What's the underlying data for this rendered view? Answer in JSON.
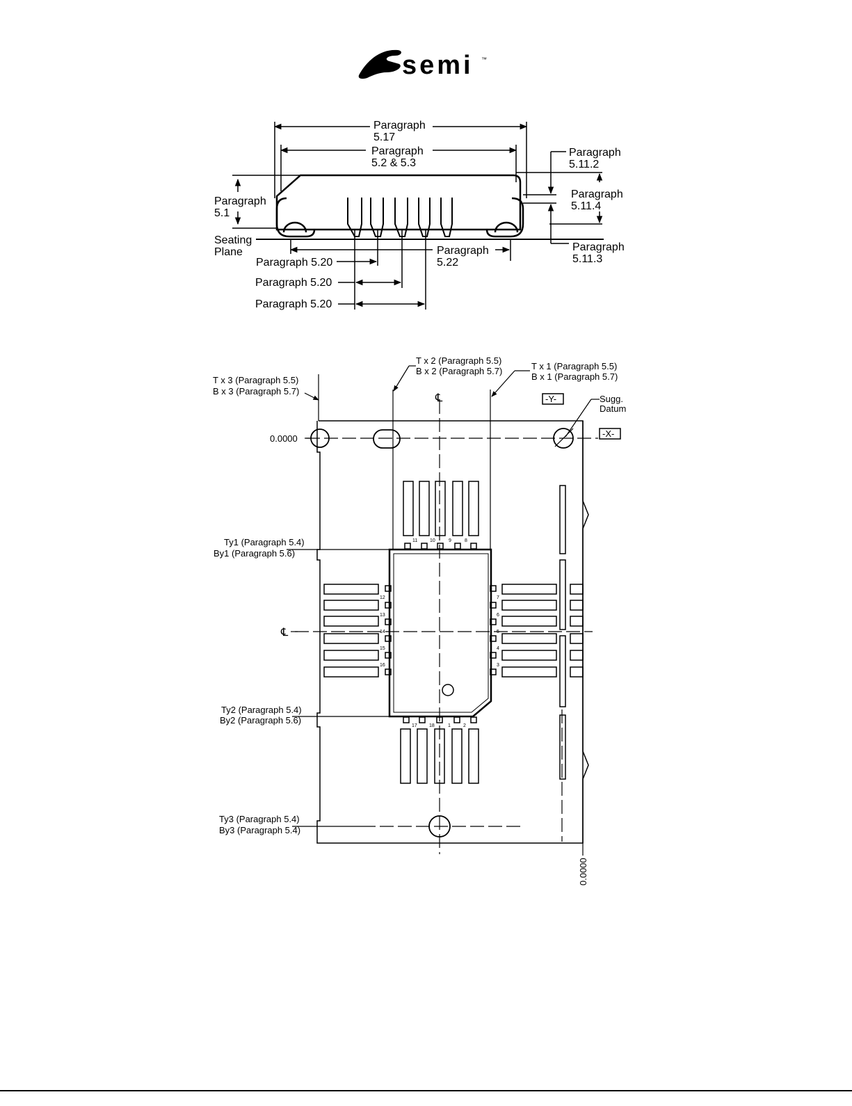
{
  "logo": {
    "text": "semi",
    "tm": "™"
  },
  "side_view": {
    "p517": [
      "Paragraph",
      "5.17"
    ],
    "p523": [
      "Paragraph",
      "5.2 & 5.3"
    ],
    "p51": [
      "Paragraph",
      "5.1"
    ],
    "seating": [
      "Seating",
      "Plane"
    ],
    "p5112": [
      "Paragraph",
      "5.11.2"
    ],
    "p5114": [
      "Paragraph",
      "5.11.4"
    ],
    "p5113": [
      "Paragraph",
      "5.11.3"
    ],
    "p522": [
      "Paragraph",
      "5.22"
    ],
    "p520": [
      "Paragraph 5.20",
      "Paragraph 5.20",
      "Paragraph 5.20"
    ]
  },
  "plan_view": {
    "tx3": [
      "T x 3 (Paragraph 5.5)",
      "B x 3 (Paragraph 5.7)"
    ],
    "tx2": [
      "T x 2 (Paragraph 5.5)",
      "B x 2 (Paragraph 5.7)"
    ],
    "tx1": [
      "T x 1 (Paragraph 5.5)",
      "B x 1 (Paragraph 5.7)"
    ],
    "datum_y": "-Y-",
    "datum_x": "-X-",
    "sugg": [
      "Sugg.",
      "Datum"
    ],
    "zero_x": "0.0000",
    "zero_y": "0.0000",
    "centerline": "℄",
    "ty1": [
      "Ty1 (Paragraph 5.4)",
      "By1 (Paragraph 5.6)"
    ],
    "ty2": [
      "Ty2 (Paragraph 5.4)",
      "By2 (Paragraph 5.6)"
    ],
    "ty3": [
      "Ty3 (Paragraph 5.4)",
      "By3 (Paragraph 5.4)"
    ],
    "pins_top": [
      "11",
      "10",
      "9",
      "8"
    ],
    "pins_bottom": [
      "17",
      "18",
      "1",
      "2"
    ],
    "pins_left": [
      "12",
      "13",
      "14",
      "15",
      "16"
    ],
    "pins_right": [
      "7",
      "6",
      "5",
      "4",
      "3"
    ]
  }
}
